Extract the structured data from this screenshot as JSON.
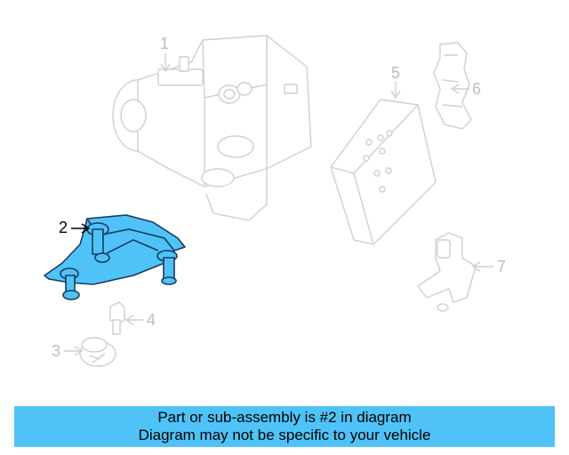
{
  "callouts": [
    {
      "id": "1",
      "label": "1"
    },
    {
      "id": "2",
      "label": "2"
    },
    {
      "id": "3",
      "label": "3"
    },
    {
      "id": "4",
      "label": "4"
    },
    {
      "id": "5",
      "label": "5"
    },
    {
      "id": "6",
      "label": "6"
    },
    {
      "id": "7",
      "label": "7"
    }
  ],
  "highlighted_part": "2",
  "colors": {
    "highlight": "#4fc3f7",
    "banner": "#4fc3f7",
    "ghost_line": "#cfcfcf"
  },
  "banner": {
    "line1": "Part or sub-assembly is #2 in diagram",
    "line2": "Diagram may not be specific to your vehicle"
  }
}
